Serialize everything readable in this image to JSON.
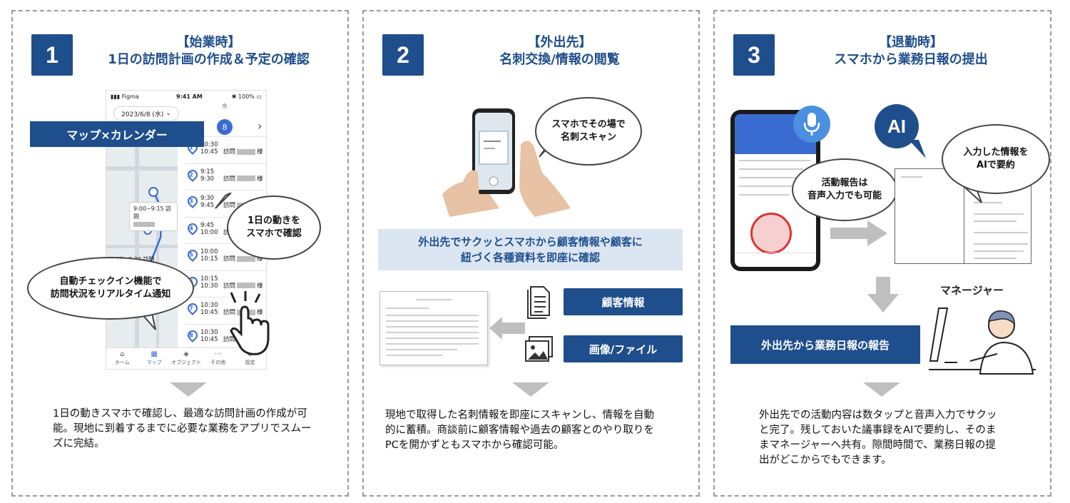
{
  "panels": [
    {
      "number": "1",
      "title_line1": "【始業時】",
      "title_line2": "1日の訪問計画の作成＆予定の確認",
      "tag": "マップ×カレンダー",
      "bubble_top": "1日の動きを\nスマホで確認",
      "bubble_left": "自動チェックイン機能で\n訪問状況をリアルタイム通知",
      "description": "1日の動きスマホで確認し、最適な訪問計画の作成が可能。現地に到着するまでに必要な業務をアプリでスムーズに完結。",
      "phone": {
        "carrier": "Figma",
        "time": "9:41 AM",
        "battery": "100%",
        "date": "2023/6/8 (水)",
        "weekday": "水",
        "day": "8",
        "map_popup": "9:00~9:15\n訪問",
        "map_label": "15~9:30\n訪問",
        "schedule": [
          {
            "n": "1",
            "start": "10:30",
            "end": "10:45",
            "name": "訪問",
            "suffix": "様"
          },
          {
            "n": "2",
            "start": "9:15",
            "end": "9:30",
            "name": "訪問",
            "suffix": "様"
          },
          {
            "n": "3",
            "start": "9:30",
            "end": "9:45",
            "name": "訪問",
            "suffix": "様"
          },
          {
            "n": "4",
            "start": "9:45",
            "end": "10:00",
            "name": "訪問",
            "suffix": "様"
          },
          {
            "n": "5",
            "start": "10:00",
            "end": "10:15",
            "name": "訪問",
            "suffix": "様"
          },
          {
            "n": "6",
            "start": "10:15",
            "end": "10:30",
            "name": "訪問",
            "suffix": "様"
          },
          {
            "n": "7",
            "start": "10:30",
            "end": "10:45",
            "name": "訪問",
            "suffix": "様"
          },
          {
            "n": "8",
            "start": "10:30",
            "end": "10:45",
            "name": "訪問",
            "suffix": "様"
          }
        ],
        "tabs": [
          "ホーム",
          "マップ",
          "オブジェクト",
          "その他",
          "設定"
        ]
      }
    },
    {
      "number": "2",
      "title_line1": "【外出先】",
      "title_line2": "名刺交換/情報の閲覧",
      "bubble": "スマホでその場で\n名刺スキャン",
      "highlight": "外出先でサクッとスマホから顧客情報や顧客に\n紐づく各種資料を即座に確認",
      "button1": "顧客情報",
      "button2": "画像/ファイル",
      "description": "現地で取得した名刺情報を即座にスキャンし、情報を自動的に蓄積。商談前に顧客情報や過去の顧客とのやり取りをPCを開かずともスマホから確認可能。"
    },
    {
      "number": "3",
      "title_line1": "【退勤時】",
      "title_line2": "スマホから業務日報の提出",
      "ai_label": "AI",
      "bubble_voice": "活動報告は\n音声入力でも可能",
      "bubble_ai": "入力した情報を\nAIで要約",
      "manager_label": "マネージャー",
      "report_button": "外出先から業務日報の報告",
      "description": "外出先での活動内容は数タップと音声入力でサクッと完了。残しておいた議事録をAIで要約し、そのままマネージャーへ共有。隙間時間で、業務日報の提出がどこからでもできます。"
    }
  ],
  "colors": {
    "primary": "#1f4e8c",
    "highlight_bg": "#dbe6f2",
    "arrow_gray": "#bfbfbf",
    "border": "#9a9a9a"
  }
}
